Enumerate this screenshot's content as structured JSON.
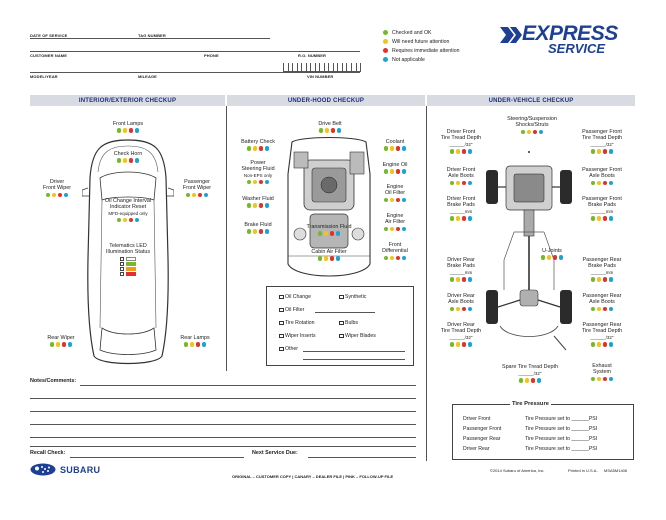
{
  "header": {
    "fields_row1": [
      "DATE OF SERVICE",
      "TAG NUMBER"
    ],
    "fields_row2": [
      "CUSTOMER NAME",
      "PHONE",
      "R.O. NUMBER"
    ],
    "fields_row3": [
      "MODEL/YEAR",
      "MILEAGE",
      "VIN NUMBER"
    ]
  },
  "legend": [
    {
      "label": "Checked and OK",
      "color": "#76b82a"
    },
    {
      "label": "Will need future attention",
      "color": "#f3c31a"
    },
    {
      "label": "Requires immediate attention",
      "color": "#e0322b"
    },
    {
      "label": "Not applicable",
      "color": "#1aa4d6"
    }
  ],
  "logo": {
    "line1": "EXPRESS",
    "line2": "SERVICE"
  },
  "sections": {
    "interior": "INTERIOR/EXTERIOR CHECKUP",
    "underhood": "UNDER-HOOD CHECKUP",
    "undervehicle": "UNDER-VEHICLE CHECKUP"
  },
  "interior_items": {
    "front_lamps": "Front Lamps",
    "check_horn": "Check Horn",
    "driver_wiper": [
      "Driver",
      "Front Wiper"
    ],
    "passenger_wiper": [
      "Passenger",
      "Front Wiper"
    ],
    "oil_change": [
      "Oil Change Interval",
      "Indicator Reset"
    ],
    "oil_change_sub": "MFD-equipped only",
    "telematics": [
      "Telematics LED",
      "Illumination Status"
    ],
    "rear_wiper": "Rear Wiper",
    "rear_lamps": "Rear Lamps"
  },
  "underhood_items": {
    "drive_belt": "Drive Belt",
    "battery": "Battery Check",
    "power_steering": [
      "Power",
      "Steering Fluid"
    ],
    "power_steering_sub": "Non-EPS only",
    "coolant": "Coolant",
    "engine_oil": "Engine Oil",
    "engine_oil_filter": [
      "Engine",
      "Oil Filter"
    ],
    "washer": "Washer Fluid",
    "engine_air": [
      "Engine",
      "Air Filter"
    ],
    "brake_fluid": "Brake Fluid",
    "transmission": "Transmission Fluid",
    "front_diff": [
      "Front",
      "Differential"
    ],
    "cabin_air": "Cabin Air Filter"
  },
  "checkboxes": {
    "oil_change": "Oil Change",
    "synthetic": "Synthetic",
    "oil_filter": "Oil Filter",
    "tire_rotation": "Tire Rotation",
    "bulbs": "Bulbs",
    "wiper_inserts": "Wiper Inserts",
    "wiper_blades": "Wiper Blades",
    "other": "Other"
  },
  "undervehicle_items": {
    "steering": [
      "Steering/Suspension",
      "Shocks/Struts"
    ],
    "df_tread": [
      "Driver Front",
      "Tire Tread Depth"
    ],
    "pf_tread": [
      "Passenger Front",
      "Tire Tread Depth"
    ],
    "tread_unit": "/32\"",
    "brake_unit": "mm",
    "df_axle": [
      "Driver Front",
      "Axle Boots"
    ],
    "pf_axle": [
      "Passenger Front",
      "Axle Boots"
    ],
    "df_brake": [
      "Driver Front",
      "Brake Pads"
    ],
    "pf_brake": [
      "Passenger Front",
      "Brake Pads"
    ],
    "u_joints": "U-Joints",
    "dr_brake": [
      "Driver Rear",
      "Brake Pads"
    ],
    "pr_brake": [
      "Passenger Rear",
      "Brake Pads"
    ],
    "dr_axle": [
      "Driver Rear",
      "Axle Boots"
    ],
    "pr_axle": [
      "Passenger Rear",
      "Axle Boots"
    ],
    "dr_tread": [
      "Driver Rear",
      "Tire Tread Depth"
    ],
    "pr_tread": [
      "Passenger Rear",
      "Tire Tread Depth"
    ],
    "spare": "Spare Tire Tread Depth",
    "exhaust": [
      "Exhaust",
      "System"
    ]
  },
  "tire_pressure": {
    "title": "Tire Pressure",
    "rows": [
      {
        "pos": "Driver Front",
        "text": "Tire Pressure set to",
        "unit": "PSI"
      },
      {
        "pos": "Passenger Front",
        "text": "Tire Pressure set to",
        "unit": "PSI"
      },
      {
        "pos": "Passenger Rear",
        "text": "Tire Pressure set to",
        "unit": "PSI"
      },
      {
        "pos": "Driver Rear",
        "text": "Tire Pressure set to",
        "unit": "PSI"
      }
    ]
  },
  "notes_label": "Notes/Comments:",
  "recall_label": "Recall Check:",
  "next_service_label": "Next Service Due:",
  "brand": "SUBARU",
  "copy_note": "ORIGINAL – CUSTOMER COPY  |  CANARY – DEALER FILE  |  PINK – FOLLOW-UP FILE",
  "copyright": "©2014 Subaru of America, Inc.",
  "printed": "Printed in U.S.A.",
  "form_no": "MSA5M1406"
}
